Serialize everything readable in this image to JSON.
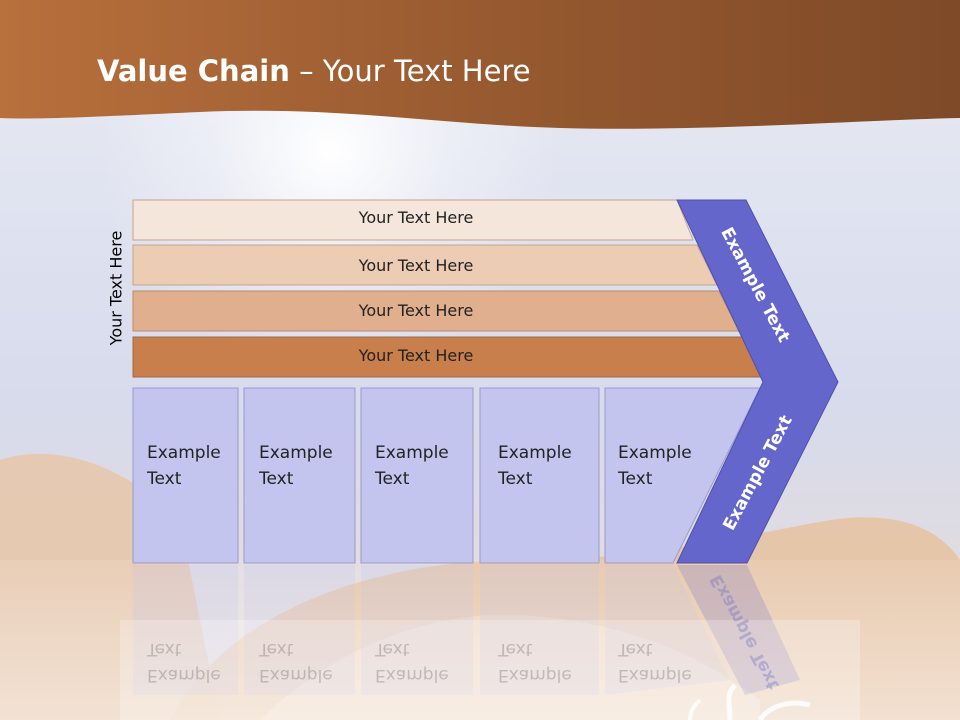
{
  "slide": {
    "title_bold": "Value Chain",
    "title_rest": " – Your Text Here",
    "side_label": "Your Text Here"
  },
  "bands": [
    {
      "label": "Your Text Here",
      "color": "#f5e6dc"
    },
    {
      "label": "Your Text Here",
      "color": "#ecccb3"
    },
    {
      "label": "Your Text Here",
      "color": "#e0b08e"
    },
    {
      "label": "Your Text Here",
      "color": "#c87f4b"
    }
  ],
  "cells": [
    {
      "label": "Example\nText"
    },
    {
      "label": "Example\nText"
    },
    {
      "label": "Example\nText"
    },
    {
      "label": "Example\nText"
    },
    {
      "label": "Example\nText"
    }
  ],
  "chevron": {
    "upper_label": "Example Text",
    "lower_label": "Example Text",
    "color": "#6466cc"
  },
  "colors": {
    "header": "#9d5a2e",
    "sky": "#d6dcee",
    "cell": "#c3c5ee",
    "cell_border": "#9a9cc8"
  }
}
